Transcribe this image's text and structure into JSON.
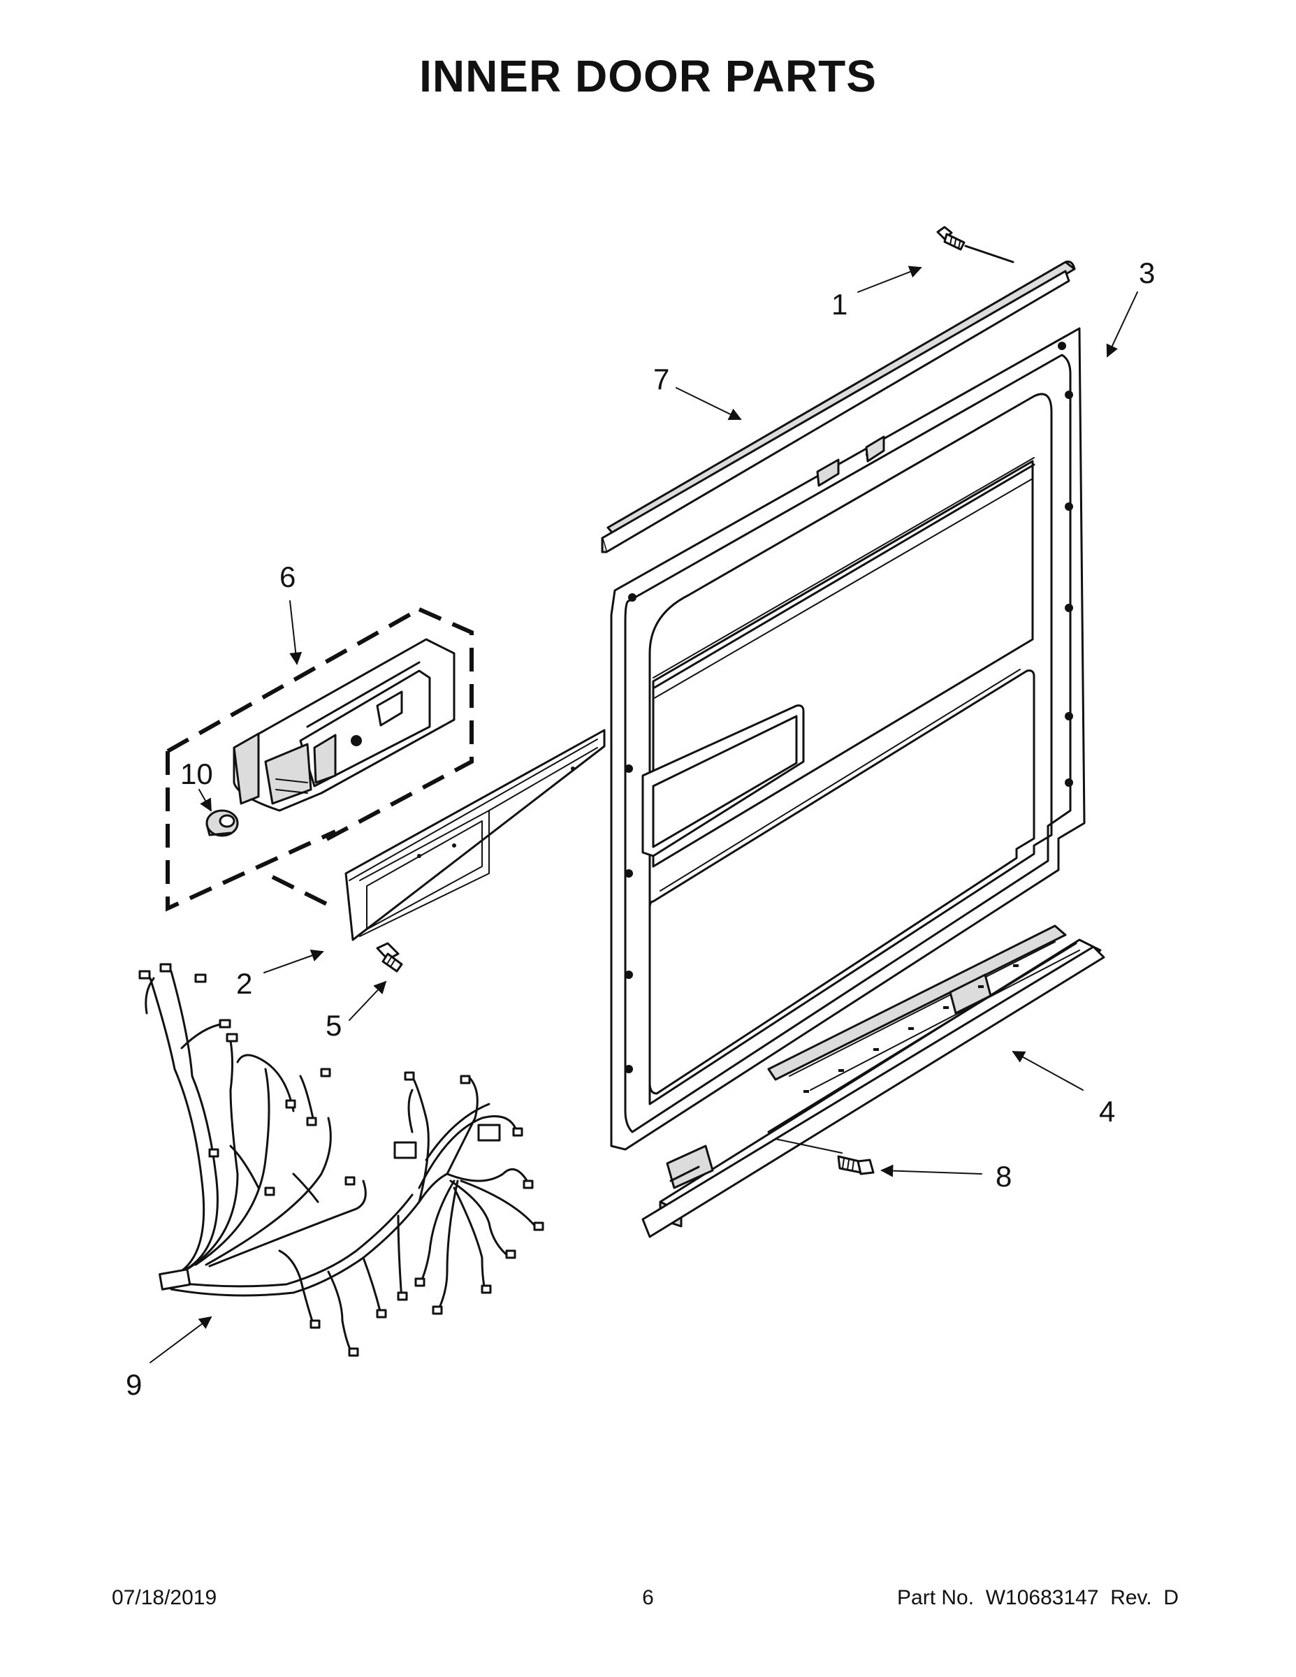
{
  "title": "INNER DOOR PARTS",
  "callouts": [
    {
      "id": "1",
      "label": "1"
    },
    {
      "id": "2",
      "label": "2"
    },
    {
      "id": "3",
      "label": "3"
    },
    {
      "id": "4",
      "label": "4"
    },
    {
      "id": "5",
      "label": "5"
    },
    {
      "id": "6",
      "label": "6"
    },
    {
      "id": "7",
      "label": "7"
    },
    {
      "id": "8",
      "label": "8"
    },
    {
      "id": "9",
      "label": "9"
    },
    {
      "id": "10",
      "label": "10"
    }
  ],
  "footer": {
    "date": "07/18/2019",
    "page_number": "6",
    "part_number": "Part No.  W10683147  Rev.  D"
  }
}
